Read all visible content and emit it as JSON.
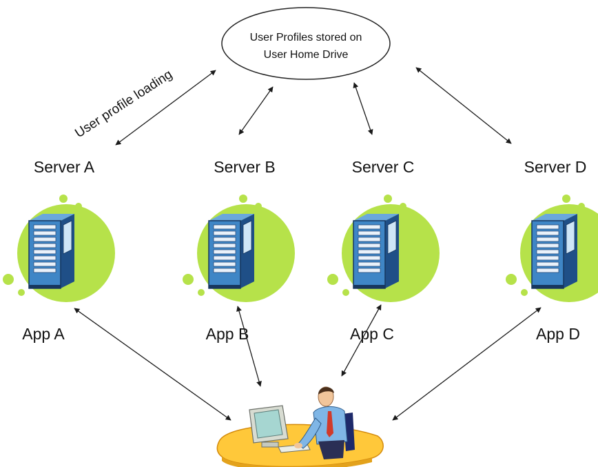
{
  "storage": {
    "line1": "User Profiles stored on",
    "line2": "User Home Drive"
  },
  "annotation": "User profile loading",
  "servers": [
    {
      "name": "Server A",
      "app": "App A",
      "icon": "server-rack-icon"
    },
    {
      "name": "Server B",
      "app": "App B",
      "icon": "server-rack-icon"
    },
    {
      "name": "Server C",
      "app": "App C",
      "icon": "server-rack-icon"
    },
    {
      "name": "Server D",
      "app": "App D",
      "icon": "server-rack-icon"
    }
  ],
  "user": {
    "icon": "user-at-computer-icon"
  },
  "colors": {
    "blob": "#b6e24a",
    "server_body": "#3f86c6",
    "server_dark": "#1f4f87",
    "desk": "#ffc83a"
  }
}
